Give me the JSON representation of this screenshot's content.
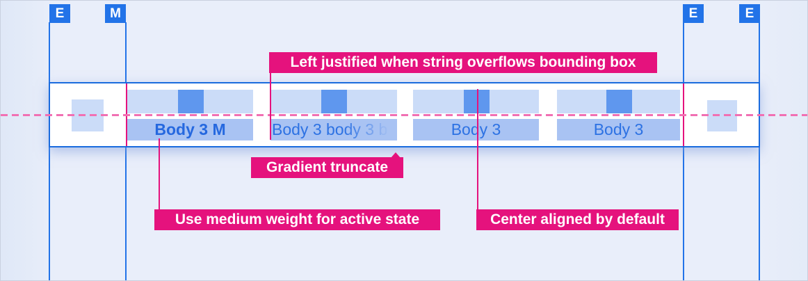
{
  "markers": {
    "items": [
      {
        "label": "E"
      },
      {
        "label": "M"
      },
      {
        "label": "E"
      },
      {
        "label": "E"
      }
    ]
  },
  "tabbar": {
    "tabs": [
      {
        "label": "Body 3 M",
        "active": true
      },
      {
        "label": "Body 3 body 3 b",
        "truncated": true
      },
      {
        "label": "Body 3"
      },
      {
        "label": "Body 3"
      }
    ]
  },
  "annotations": {
    "left_justified": "Left justified when string overflows bounding box",
    "gradient_truncate": "Gradient truncate",
    "medium_weight": "Use medium weight for active state",
    "center_aligned": "Center aligned by default"
  },
  "colors": {
    "marker_blue": "#2273E8",
    "guide_line_blue": "#2273E8",
    "bar_border_blue": "#1A6BDE",
    "icon_strip_blue": "#CBDCF8",
    "label_rect_blue": "#A9C3F3",
    "icon_square_blue": "#5F97EE",
    "tab_text_blue": "#2D72E3",
    "annotation_magenta": "#E5127D",
    "dashed_line_pink": "#F170B3",
    "background": "#E9EEFA"
  }
}
